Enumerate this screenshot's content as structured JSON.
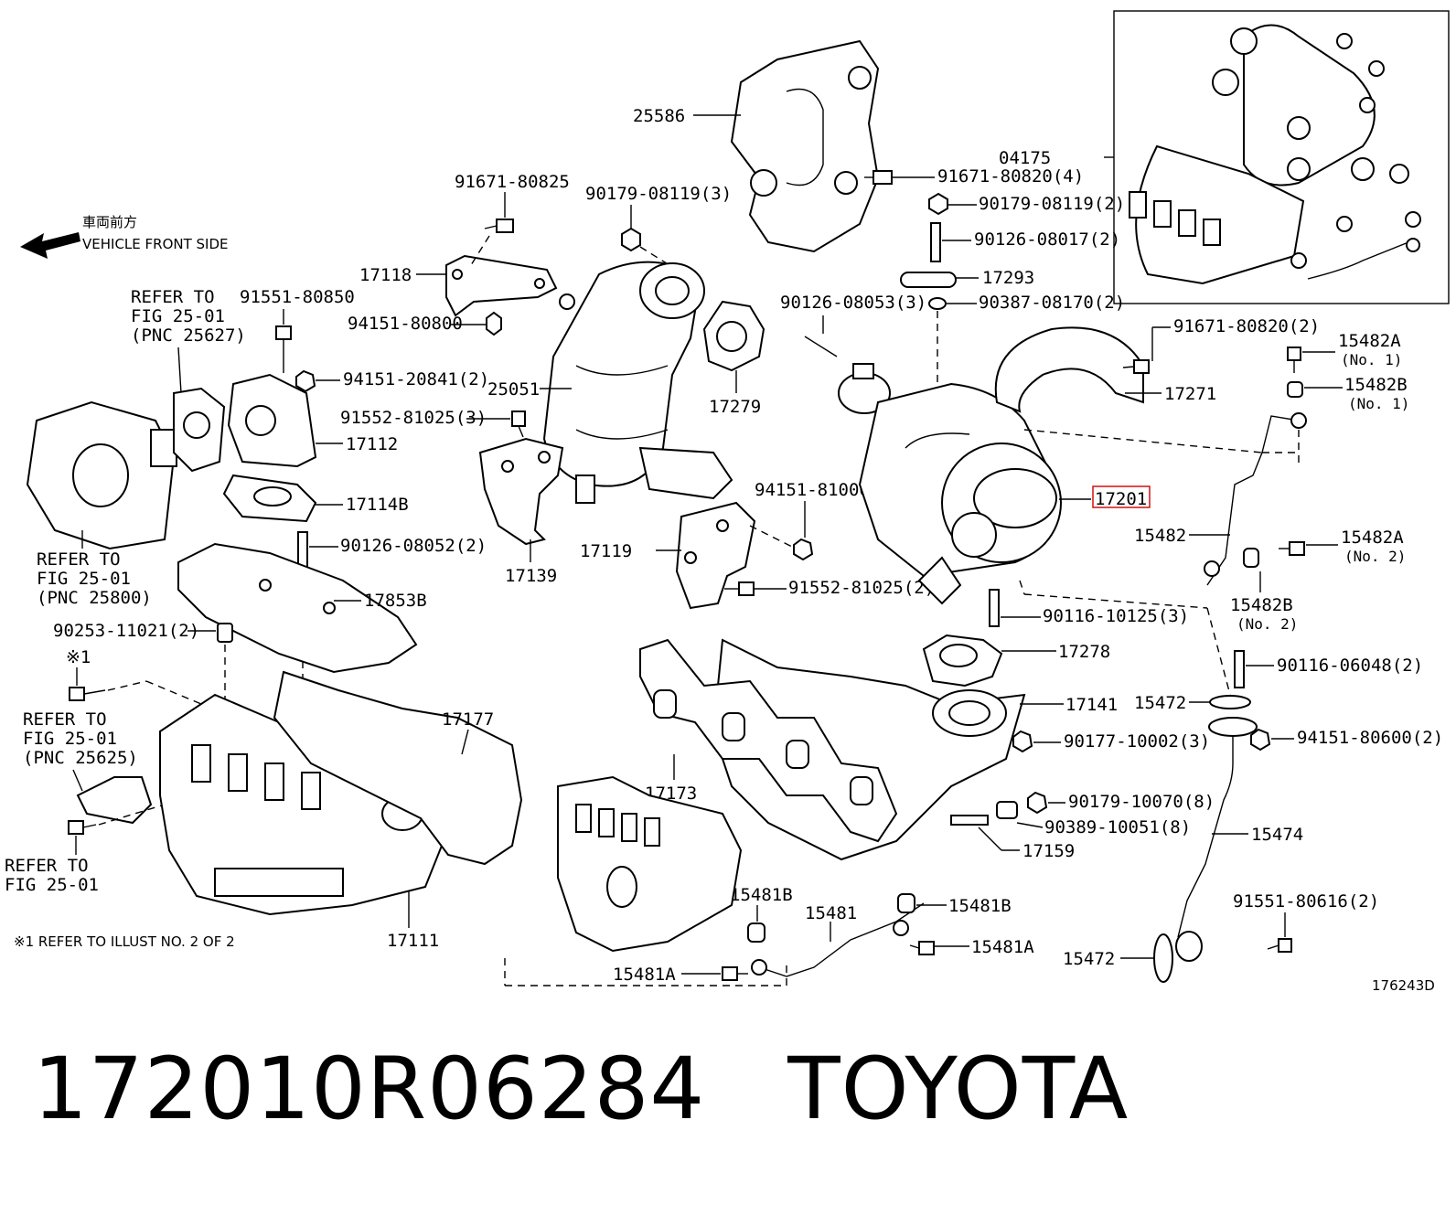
{
  "direction": {
    "japanese": "車両前方",
    "english": "VEHICLE FRONT SIDE"
  },
  "labels": {
    "p25586": "25586",
    "p91671_80825": "91671-80825",
    "p90179_08119_3": "90179-08119(3)",
    "p91671_80820_4": "91671-80820(4)",
    "p90179_08119_2": "90179-08119(2)",
    "p90126_08017_2": "90126-08017(2)",
    "p17293": "17293",
    "p90387_08170_2": "90387-08170(2)",
    "p04175": "04175",
    "p17118": "17118",
    "p94151_80800": "94151-80800",
    "p91551_80850": "91551-80850",
    "p94151_20841_2": "94151-20841(2)",
    "p91552_81025_3": "91552-81025(3)",
    "p17112": "17112",
    "p17114B": "17114B",
    "p90126_08052_2": "90126-08052(2)",
    "p17853B": "17853B",
    "p90253_11021_2": "90253-11021(2)",
    "p17177": "17177",
    "p17111": "17111",
    "p25051": "25051",
    "p17279": "17279",
    "p17139": "17139",
    "p17119": "17119",
    "p94151_81000": "94151-81000",
    "p91552_81025_2": "91552-81025(2)",
    "p90126_08053_3": "90126-08053(3)",
    "p91671_80820_2": "91671-80820(2)",
    "p17271": "17271",
    "p17201": "17201",
    "p15482A": "15482A",
    "p15482A_no1": "(No. 1)",
    "p15482B": "15482B",
    "p15482B_no1": "(No. 1)",
    "p15482": "15482",
    "p15482A_2": "15482A",
    "p15482A_no2": "(No. 2)",
    "p15482B_2": "15482B",
    "p15482B_no2": "(No. 2)",
    "p90116_10125_3": "90116-10125(3)",
    "p17278": "17278",
    "p90116_06048_2": "90116-06048(2)",
    "p17141": "17141",
    "p15472": "15472",
    "p94151_80600_2": "94151-80600(2)",
    "p90177_10002_3": "90177-10002(3)",
    "p90179_10070_8": "90179-10070(8)",
    "p90389_10051_8": "90389-10051(8)",
    "p17159": "17159",
    "p17173": "17173",
    "p15474": "15474",
    "p91551_80616_2": "91551-80616(2)",
    "p15472_b": "15472",
    "p15481B": "15481B",
    "p15481": "15481",
    "p15481B_2": "15481B",
    "p15481A": "15481A",
    "p15481A_2": "15481A"
  },
  "refers": {
    "r1_line1": "REFER TO",
    "r1_line2": "FIG 25-01",
    "r1_line3": "(PNC 25627)",
    "r2_line1": "REFER TO",
    "r2_line2": "FIG 25-01",
    "r2_line3": "(PNC 25800)",
    "r3_line1": "REFER TO",
    "r3_line2": "FIG 25-01",
    "r3_line3": "(PNC 25625)",
    "r4_line1": "REFER TO",
    "r4_line2": "FIG 25-01",
    "mark": "※1"
  },
  "footnote": "※1  REFER TO ILLUST NO. 2 OF 2",
  "illustration_id": "176243D",
  "caption": {
    "part_number": "172010R06284",
    "brand": "TOYOTA"
  },
  "highlight_color": "#d01010"
}
